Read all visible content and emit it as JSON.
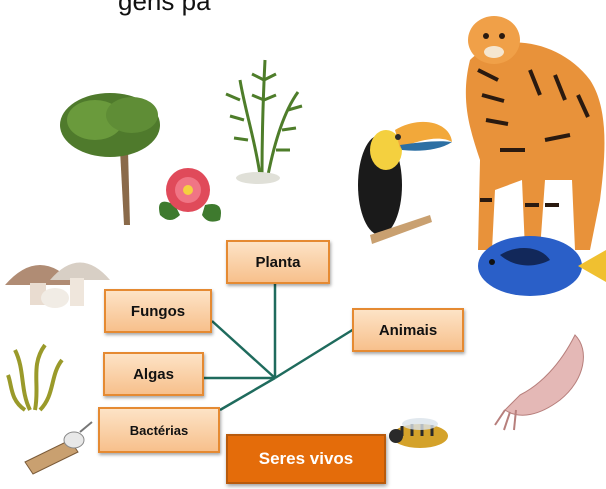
{
  "header": {
    "text": "gens pa"
  },
  "diagram": {
    "root": {
      "label": "Seres vivos"
    },
    "nodes": [
      {
        "id": "planta",
        "label": "Planta"
      },
      {
        "id": "fungos",
        "label": "Fungos"
      },
      {
        "id": "algas",
        "label": "Algas"
      },
      {
        "id": "bacterias",
        "label": "Bactérias"
      },
      {
        "id": "animais",
        "label": "Animais"
      }
    ]
  },
  "colors": {
    "line": "#1f6b5d",
    "box_fill": "#f9cfa2",
    "box_border": "#e58a32",
    "root_fill": "#e46c0a"
  },
  "illustrations": [
    "tree-illustration",
    "fern-illustration",
    "flower-illustration",
    "mushroom-illustration",
    "seaweed-illustration",
    "bacteria-illustration",
    "toucan-illustration",
    "tiger-illustration",
    "blue-fish-illustration",
    "squid-illustration",
    "wasp-illustration"
  ]
}
